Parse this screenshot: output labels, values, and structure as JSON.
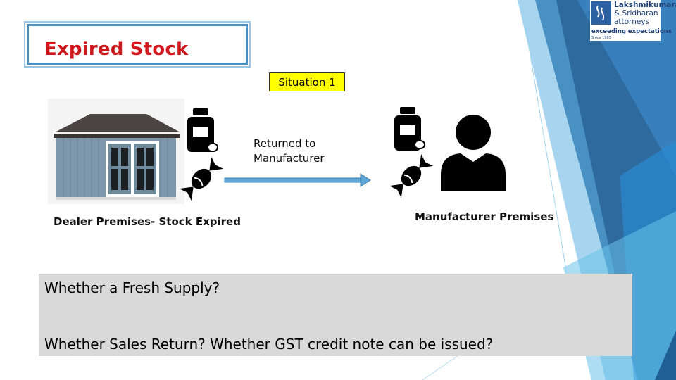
{
  "slide": {
    "title": "Expired Stock",
    "situation_label": "Situation 1",
    "returned_line1": "Returned to",
    "returned_line2": "Manufacturer",
    "dealer_label": "Dealer Premises- Stock Expired",
    "manufacturer_label": "Manufacturer Premises",
    "question_1": "Whether a Fresh Supply?",
    "question_2": "Whether Sales Return? Whether GST credit note can be issued?"
  },
  "logo": {
    "line1": "Lakshmikumaran",
    "line2": "& Sridharan",
    "line3": "attorneys",
    "tagline": "exceeding expectations",
    "since": "Since 1985"
  },
  "colors": {
    "title": "#d0191f",
    "title_border": "#4a8fc0",
    "situation_bg": "#ffff00",
    "arrow": "#5fa7d6",
    "question_bg": "#d9d9d9",
    "logo_blue": "#2d5fa3"
  },
  "icons": {
    "shed": "storage-shed-image",
    "pill_bottle": "pill-bottle-icon",
    "capsule": "capsule-icon",
    "candy": "candy-icon",
    "person": "person-icon",
    "arrow": "right-arrow-icon"
  }
}
